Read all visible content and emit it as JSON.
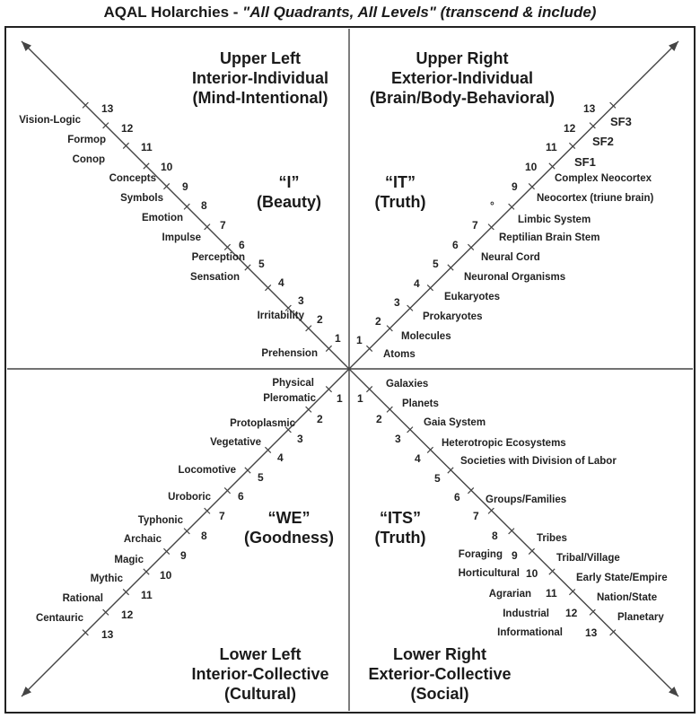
{
  "title": {
    "main": "AQAL Holarchies - ",
    "italic": "\"All Quadrants, All Levels\" (transcend & include)"
  },
  "quadrants": {
    "ul": {
      "line1": "Upper Left",
      "line2": "Interior-Individual",
      "line3": "(Mind-Intentional)"
    },
    "ur": {
      "line1": "Upper Right",
      "line2": "Exterior-Individual",
      "line3": "(Brain/Body-Behavioral)"
    },
    "ll": {
      "line1": "Lower Left",
      "line2": "Interior-Collective",
      "line3": "(Cultural)"
    },
    "lr": {
      "line1": "Lower Right",
      "line2": "Exterior-Collective",
      "line3": "(Social)"
    }
  },
  "centers": {
    "ul": {
      "line1": "“I”",
      "line2": "(Beauty)"
    },
    "ur": {
      "line1": "“IT”",
      "line2": "(Truth)"
    },
    "ll": {
      "line1": "“WE”",
      "line2": "(Goodness)"
    },
    "lr": {
      "line1": "“ITS”",
      "line2": "(Truth)"
    }
  },
  "ul_levels": [
    "Prehension",
    "Irritability",
    "Sensation",
    "Perception",
    "Impulse",
    "Emotion",
    "Symbols",
    "Concepts",
    "Conop",
    "Formop",
    "Vision-Logic"
  ],
  "ul_numbers": [
    "1",
    "2",
    "3",
    "4",
    "5",
    "6",
    "7",
    "8",
    "9",
    "10",
    "11",
    "12",
    "13"
  ],
  "ur_levels": [
    "Atoms",
    "Molecules",
    "Prokaryotes",
    "Eukaryotes",
    "Neuronal Organisms",
    "Neural Cord",
    "Reptilian Brain Stem",
    "Limbic System",
    "Neocortex (triune brain)",
    "Complex Neocortex"
  ],
  "ur_numbers": [
    "1",
    "2",
    "3",
    "4",
    "5",
    "6",
    "7",
    "°",
    "9",
    "10",
    "11",
    "12",
    "13"
  ],
  "ur_sf": [
    "SF1",
    "SF2",
    "SF3"
  ],
  "ll_levels": [
    "Physical",
    "Pleromatic",
    "Protoplasmic",
    "Vegetative",
    "Locomotive",
    "Uroboric",
    "Typhonic",
    "Archaic",
    "Magic",
    "Mythic",
    "Rational",
    "Centauric"
  ],
  "ll_numbers": [
    "1",
    "2",
    "3",
    "4",
    "5",
    "6",
    "7",
    "8",
    "9",
    "10",
    "11",
    "12",
    "13"
  ],
  "lr_levels_right": [
    "Galaxies",
    "Planets",
    "Gaia System",
    "Heterotropic Ecosystems",
    "Societies with Division of Labor",
    "Groups/Families",
    "Tribes",
    "Tribal/Village",
    "Early State/Empire",
    "Nation/State",
    "Planetary"
  ],
  "lr_levels_left": [
    "Foraging",
    "Horticultural",
    "Agrarian",
    "Industrial",
    "Informational"
  ],
  "lr_numbers": [
    "1",
    "2",
    "3",
    "4",
    "5",
    "6",
    "7",
    "8",
    "9",
    "10",
    "11",
    "12",
    "13"
  ]
}
